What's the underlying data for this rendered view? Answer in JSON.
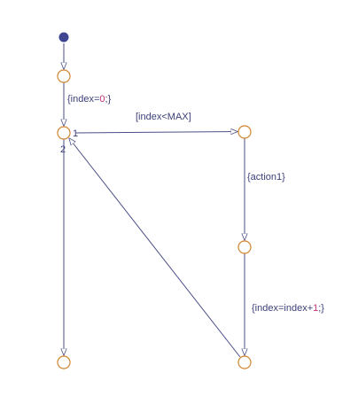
{
  "diagram": {
    "labels": {
      "init_action": {
        "pre": "{index=",
        "value": "0",
        "post": ";}"
      },
      "guard": "[index<MAX]",
      "action1": "{action1}",
      "increment": {
        "pre": "{index=index+",
        "value": "1",
        "post": ";}"
      }
    },
    "ports": {
      "out1": "1",
      "out2": "2"
    },
    "colors": {
      "node": "#d2862f",
      "edge": "#4a4e86",
      "start": "#3f4591",
      "text": "#3b3f78",
      "number": "#c0307a"
    }
  }
}
